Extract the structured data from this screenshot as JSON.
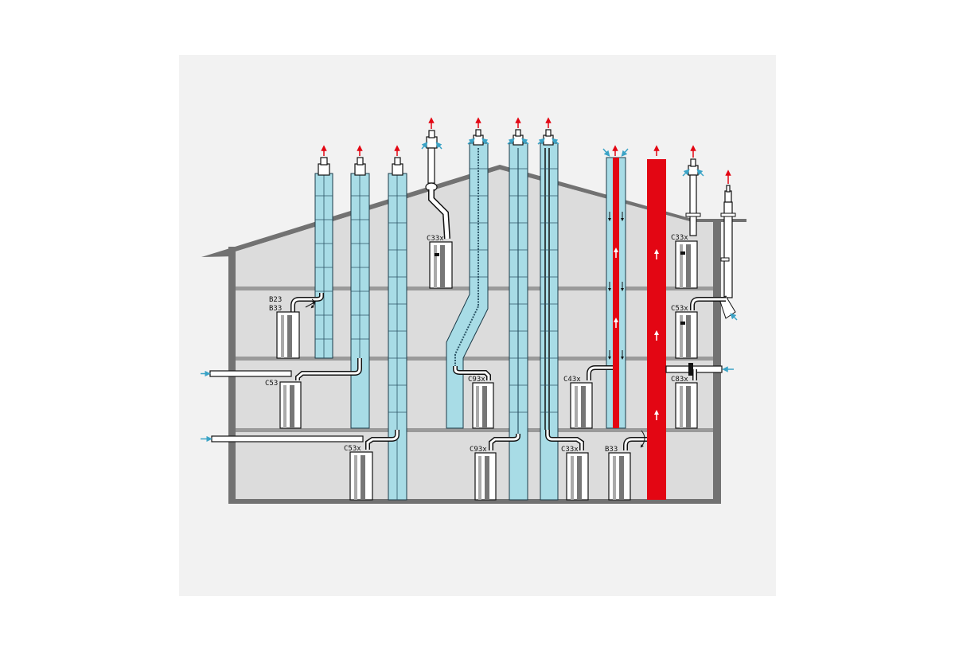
{
  "colors": {
    "panel": "#f2f2f2",
    "wall": "#727272",
    "floor": "#9a9a9a",
    "interior": "#dcdcdc",
    "shaft": "#a8dce6",
    "hot": "#e30613",
    "fresh_air_arrow": "#3aa3c6",
    "exhaust_arrow": "#e30613"
  },
  "labels": {
    "b23": "B23",
    "b33_top": "B33",
    "c53_left": "C53",
    "c53x_bottom": "C53x",
    "c33x_roof": "C33x",
    "c93x_mid": "C93x",
    "c93x_bottom": "C93x",
    "c33x_bottom": "C33x",
    "c43x": "C43x",
    "b33_bottom": "B33",
    "c33x_right_top": "C33x",
    "c53x_right": "C53x",
    "c83x_right": "C83x"
  }
}
